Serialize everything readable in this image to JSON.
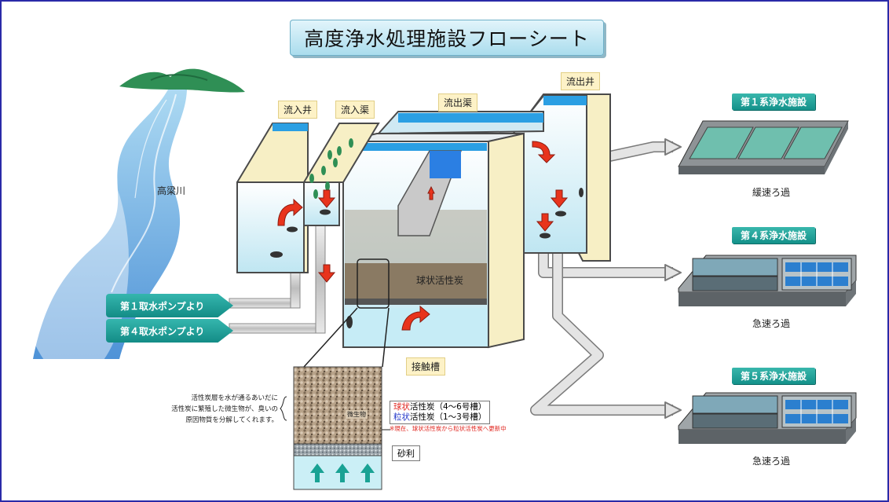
{
  "title": "高度浄水処理施設フローシート",
  "river": "高梁川",
  "stages": {
    "inflow_well": "流入井",
    "inflow_channel": "流入渠",
    "outflow_channel": "流出渠",
    "outflow_well": "流出井",
    "contact_tank": "接触槽"
  },
  "carbon_layer": "球状活性炭",
  "pumps": [
    "第１取水ポンプより",
    "第４取水ポンプより"
  ],
  "facilities": [
    {
      "name": "第１系浄水施設",
      "process": "緩速ろ過"
    },
    {
      "name": "第４系浄水施設",
      "process": "急速ろ過"
    },
    {
      "name": "第５系浄水施設",
      "process": "急速ろ過"
    }
  ],
  "detail": {
    "description": [
      "活性炭層を水が通るあいだに",
      "活性炭に繁殖した微生物が、臭いの",
      "原因物質を分解してくれます。"
    ],
    "microbe_label": "微生物",
    "carbon_legend": [
      {
        "prefix": "球状",
        "rest": "活性炭（4～6号槽）",
        "color": "#e0261f"
      },
      {
        "prefix": "粒状",
        "rest": "活性炭（1～3号槽）",
        "color": "#2438c9"
      }
    ],
    "note": "※現在、球状活性炭から粒状活性炭へ更新中",
    "gravel": "砂利"
  },
  "colors": {
    "water": "#cdeef6",
    "water_top": "#2b9fe3",
    "tank_wall": "#f7efc5",
    "tank_edge": "#4a4a4a",
    "carbon": "#8a7a63",
    "arrow_red": "#e8341c",
    "arrow_teal": "#19a294",
    "pipe": "#c9c9c9",
    "facility_water": "#6fbfae",
    "pump_bg": "#1a968f"
  }
}
